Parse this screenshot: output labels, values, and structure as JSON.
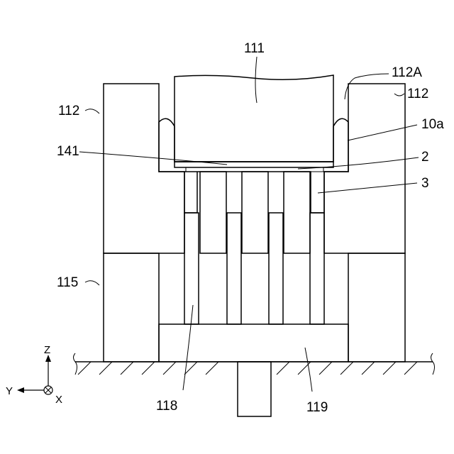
{
  "labels": {
    "l111": "111",
    "l112A": "112A",
    "l112_left": "112",
    "l112_right": "112",
    "l10a": "10a",
    "l141": "141",
    "l2": "2",
    "l3": "3",
    "l115": "115",
    "l118": "118",
    "l119": "119"
  },
  "axes": {
    "z": "Z",
    "y": "Y",
    "x": "X"
  }
}
